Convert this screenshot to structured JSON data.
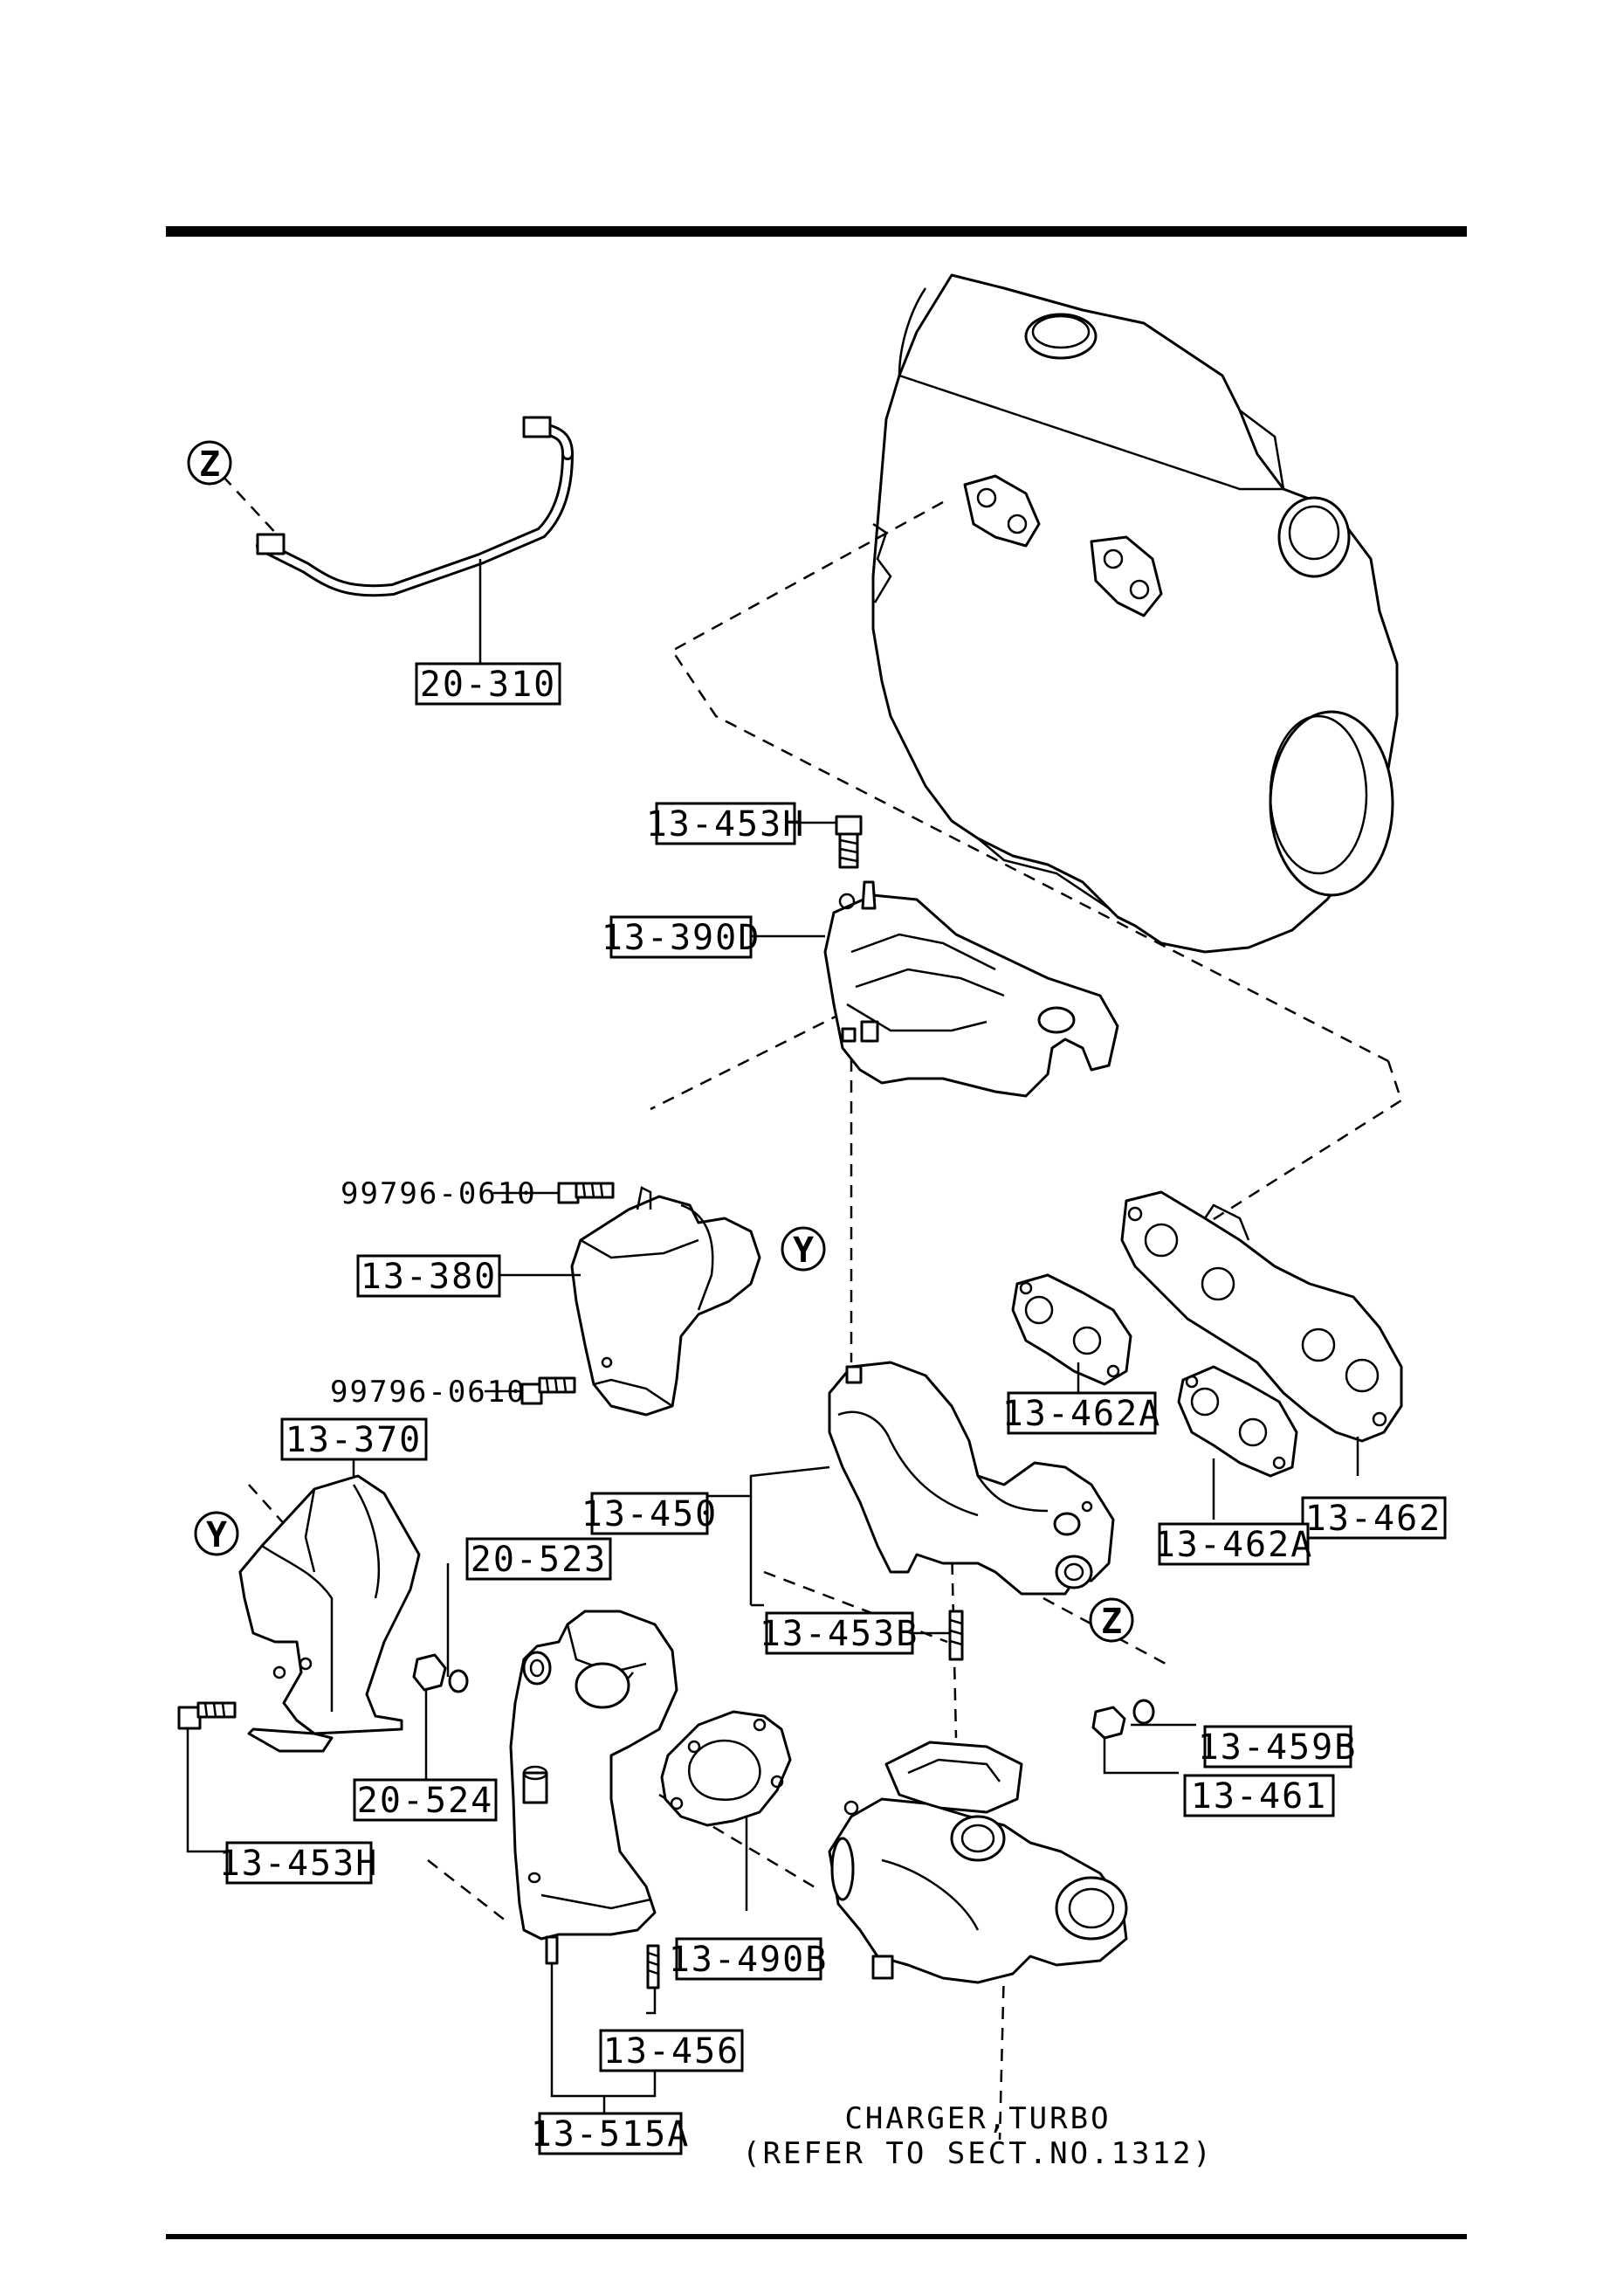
{
  "diagram": {
    "part_labels": {
      "l20_310": "20-310",
      "l13_453H_top": "13-453H",
      "l13_390D": "13-390D",
      "l99796_0610_a": "99796-0610",
      "l13_380": "13-380",
      "l99796_0610_b": "99796-0610",
      "l13_370": "13-370",
      "l13_462A_a": "13-462A",
      "l13_462": "13-462",
      "l13_462A_b": "13-462A",
      "l13_450": "13-450",
      "l20_523": "20-523",
      "l13_453B": "13-453B",
      "l13_459B": "13-459B",
      "l13_461": "13-461",
      "l20_524": "20-524",
      "l13_453H_bottom": "13-453H",
      "l13_490B": "13-490B",
      "l13_456": "13-456",
      "l13_515A": "13-515A"
    },
    "markers": {
      "z_top": "Z",
      "y_right": "Y",
      "y_left": "Y",
      "z_bottom": "Z"
    },
    "notes": {
      "turbo_line1": "CHARGER,TURBO",
      "turbo_line2": "(REFER TO SECT.NO.1312)"
    }
  }
}
